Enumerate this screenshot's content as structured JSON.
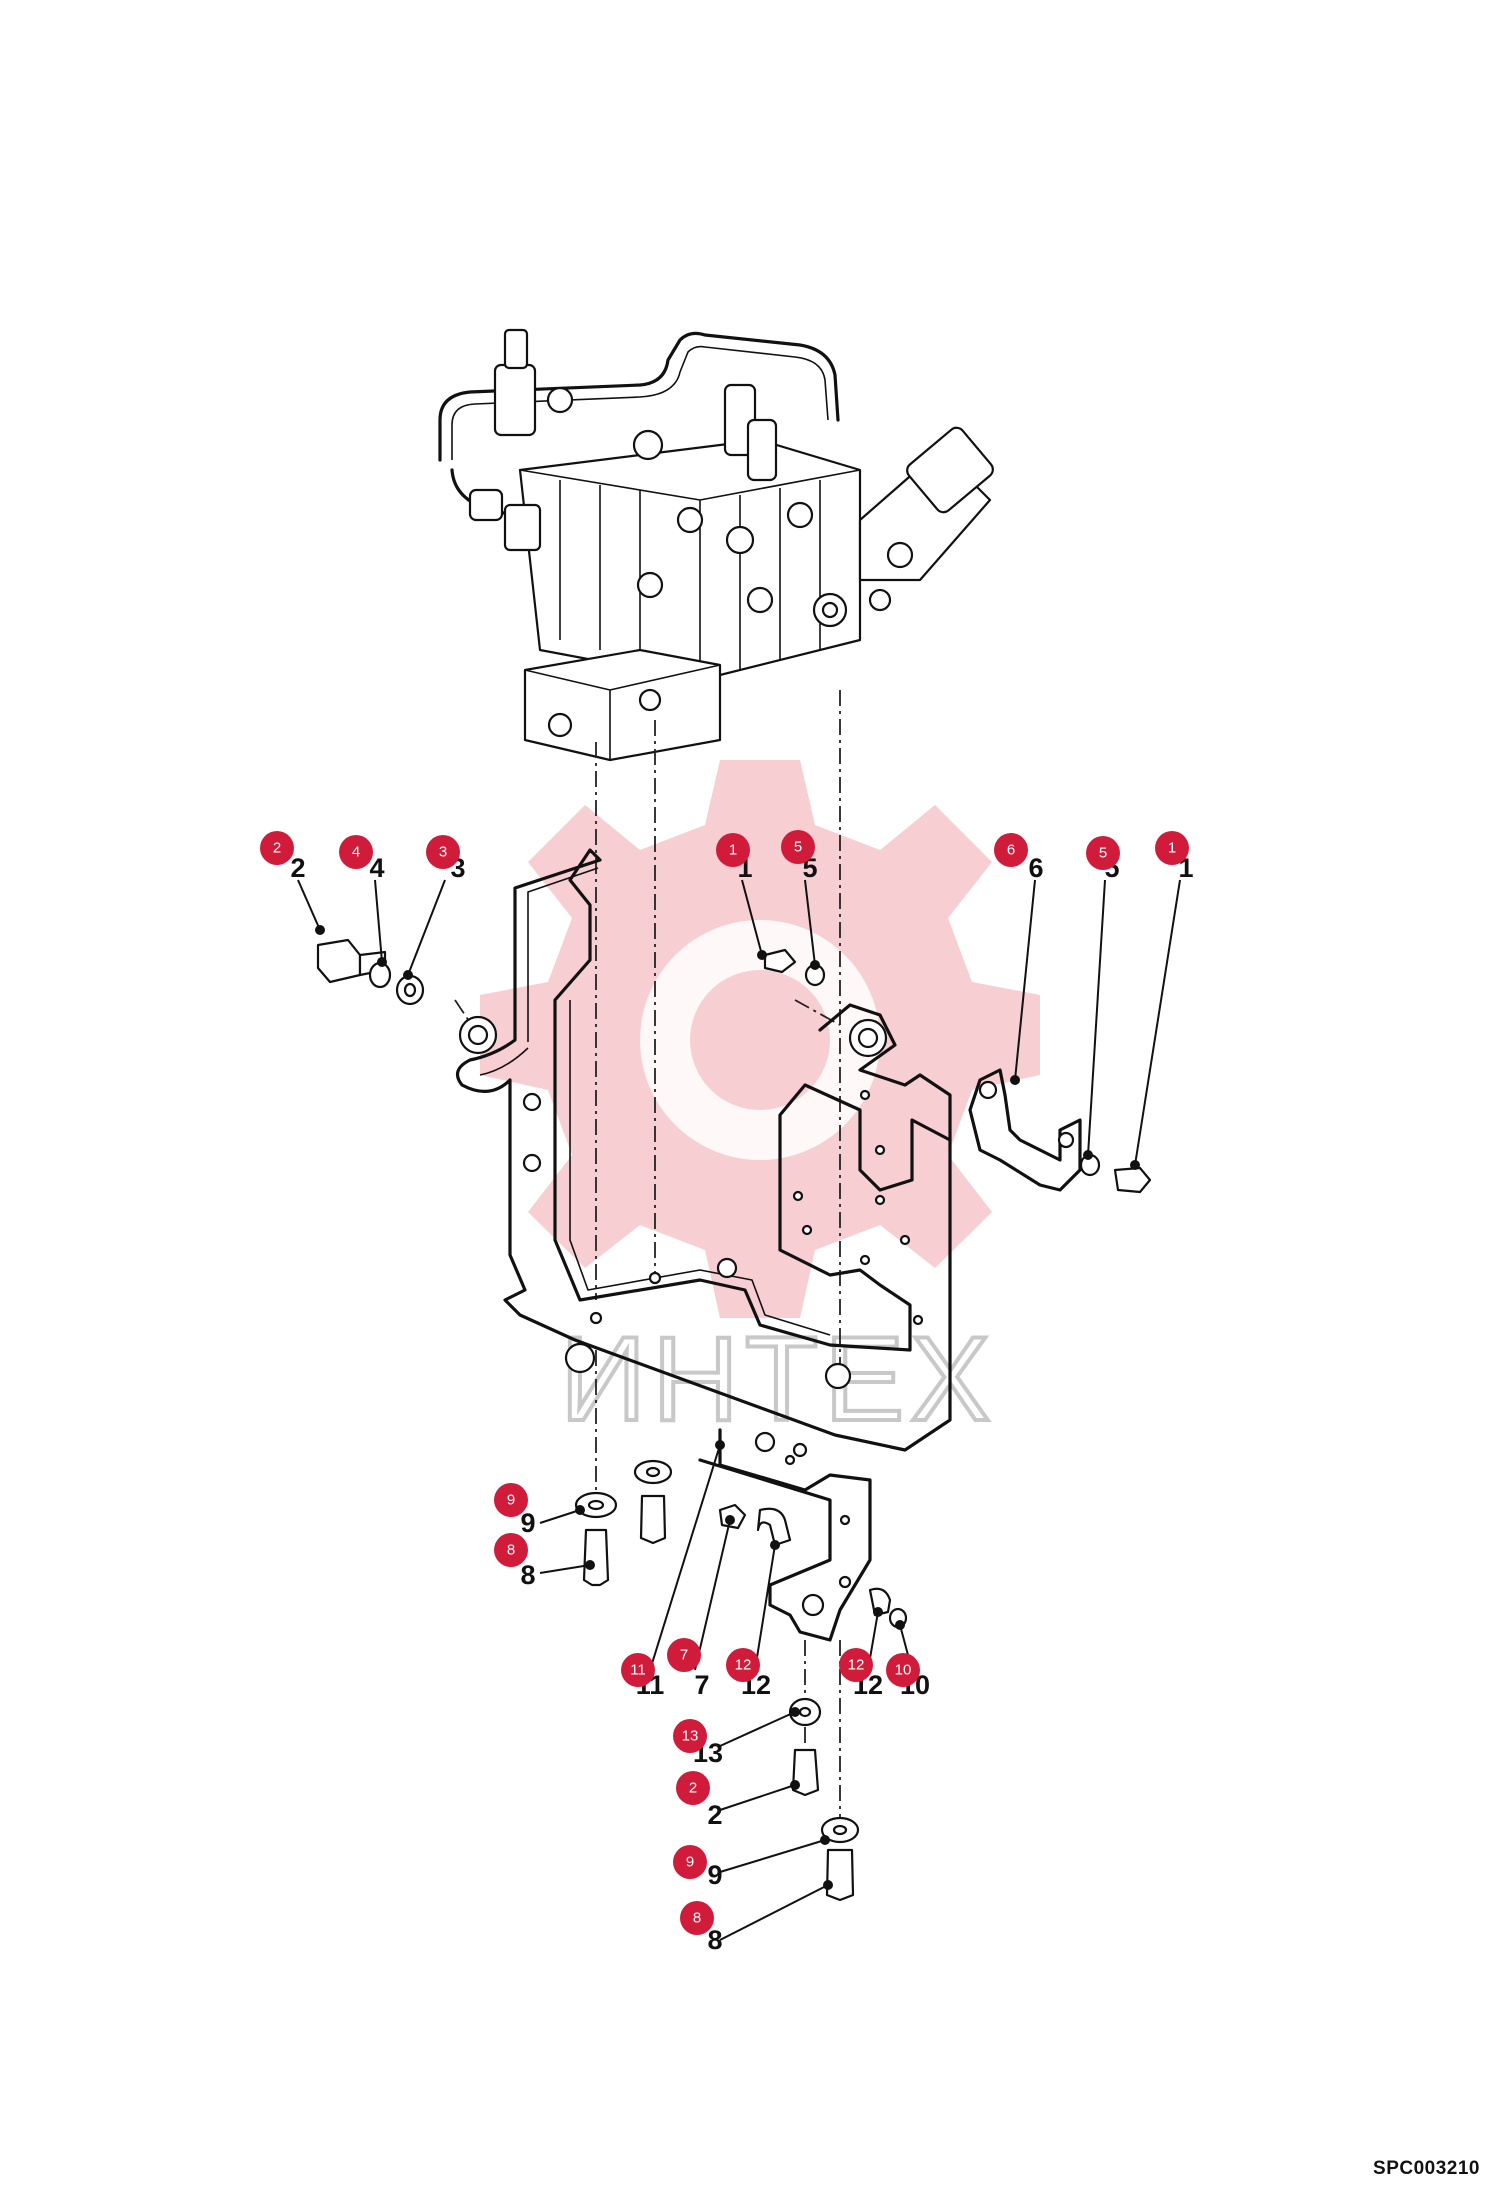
{
  "figure_code": "SPC003210",
  "watermark": {
    "text": "ИНТЕХ",
    "color": "#c8c8c8",
    "gear_color": "#f6c9cc"
  },
  "badge_color": "#d01c3a",
  "callouts": [
    {
      "id": "c-2a",
      "badge": "2",
      "label": "2"
    },
    {
      "id": "c-4",
      "badge": "4",
      "label": "4"
    },
    {
      "id": "c-3",
      "badge": "3",
      "label": "3"
    },
    {
      "id": "c-1a",
      "badge": "1",
      "label": "1"
    },
    {
      "id": "c-5a",
      "badge": "5",
      "label": "5"
    },
    {
      "id": "c-6",
      "badge": "6",
      "label": "6"
    },
    {
      "id": "c-5b",
      "badge": "5",
      "label": "5"
    },
    {
      "id": "c-1b",
      "badge": "1",
      "label": "1"
    },
    {
      "id": "c-9a",
      "badge": "9",
      "label": "9"
    },
    {
      "id": "c-8a",
      "badge": "8",
      "label": "8"
    },
    {
      "id": "c-11",
      "badge": "11",
      "label": "11"
    },
    {
      "id": "c-7",
      "badge": "7",
      "label": "7"
    },
    {
      "id": "c-12a",
      "badge": "12",
      "label": "12"
    },
    {
      "id": "c-12b",
      "badge": "12",
      "label": "12"
    },
    {
      "id": "c-10",
      "badge": "10",
      "label": "10"
    },
    {
      "id": "c-13",
      "badge": "13",
      "label": "13"
    },
    {
      "id": "c-2b",
      "badge": "2",
      "label": "2"
    },
    {
      "id": "c-9b",
      "badge": "9",
      "label": "9"
    },
    {
      "id": "c-8b",
      "badge": "8",
      "label": "8"
    }
  ]
}
